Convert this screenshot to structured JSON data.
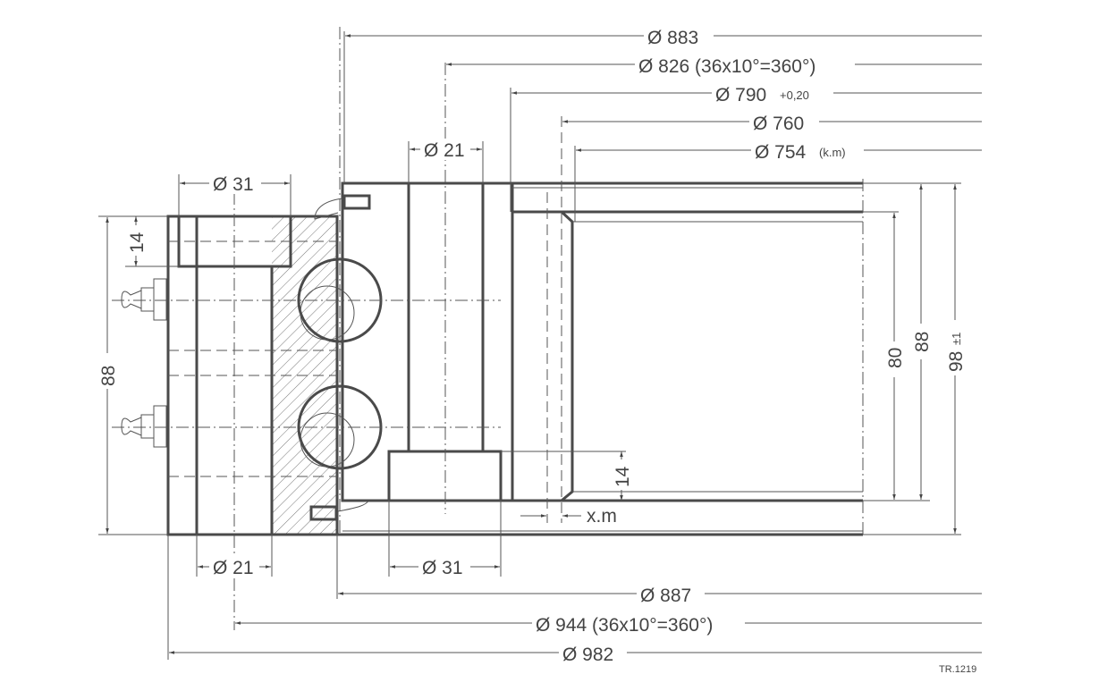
{
  "drawing": {
    "top_dims": [
      {
        "label": "Ø 883",
        "suffix": ""
      },
      {
        "label": "Ø 826 (36x10°=360°)",
        "suffix": ""
      },
      {
        "label": "Ø 790",
        "suffix": "+0,20"
      },
      {
        "label": "Ø 760",
        "suffix": ""
      },
      {
        "label": "Ø 754",
        "suffix": "(k.m)"
      }
    ],
    "bottom_dims": [
      {
        "label": "Ø 887"
      },
      {
        "label": "Ø 944 (36x10°=360°)"
      },
      {
        "label": "Ø 982"
      }
    ],
    "hole_dims": {
      "inner_hole_top": "Ø 21",
      "outer_counterbore_top": "Ø 31",
      "outer_hole_bottom": "Ø 21",
      "inner_counterbore_bottom": "Ø 31"
    },
    "height_dims": {
      "left_height": "88",
      "left_counterbore": "14",
      "right_counterbore": "14",
      "right_80": "80",
      "right_88": "88",
      "right_98": "98",
      "right_98_tol": "±1"
    },
    "offset_label": "x.m",
    "drawing_id": "TR.1219"
  }
}
